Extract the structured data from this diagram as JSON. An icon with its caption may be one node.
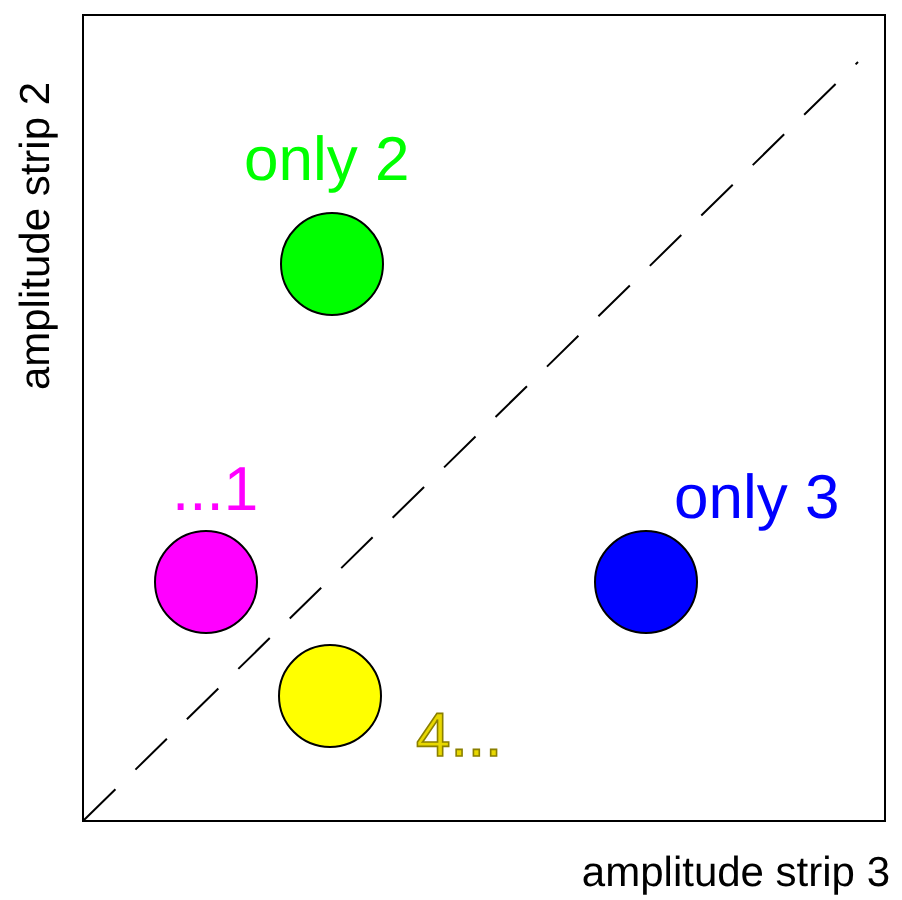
{
  "diagram": {
    "nodes": [
      {
        "text": [],
        "shape": "circle",
        "beside": [
          "only 2"
        ]
      },
      {
        "text": [],
        "shape": "circle",
        "beside": [
          "...1"
        ]
      },
      {
        "text": [],
        "shape": "circle",
        "beside": [
          "only 3"
        ]
      },
      {
        "text": [],
        "shape": "circle",
        "beside": [
          "4..."
        ]
      }
    ],
    "labels": [
      "amplitude strip 2",
      "amplitude strip 3"
    ]
  }
}
